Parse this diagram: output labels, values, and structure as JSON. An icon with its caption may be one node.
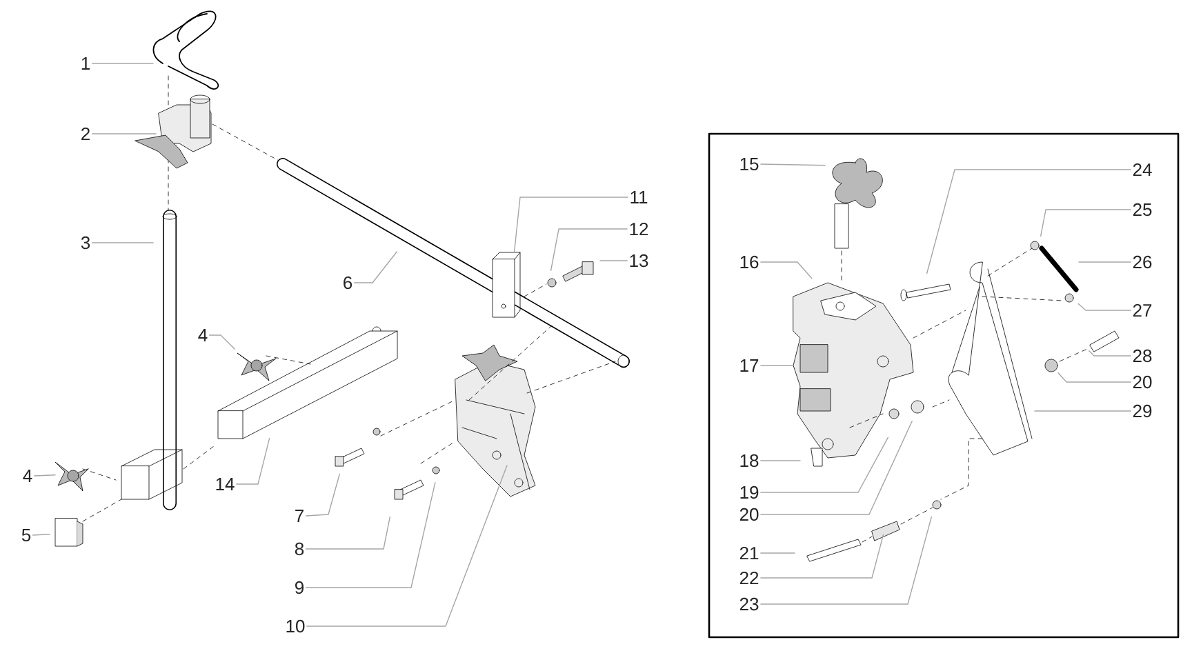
{
  "diagram": {
    "nodes": [
      {
        "text": [
          "1"
        ]
      },
      {
        "text": [
          "2"
        ]
      },
      {
        "text": [
          "3"
        ]
      },
      {
        "text": [
          "4"
        ]
      },
      {
        "text": [
          "4"
        ]
      },
      {
        "text": [
          "5"
        ]
      },
      {
        "text": [
          "6"
        ]
      },
      {
        "text": [
          "7"
        ]
      },
      {
        "text": [
          "8"
        ]
      },
      {
        "text": [
          "9"
        ]
      },
      {
        "text": [
          "10"
        ]
      },
      {
        "text": [
          "11"
        ]
      },
      {
        "text": [
          "12"
        ]
      },
      {
        "text": [
          "13"
        ]
      },
      {
        "text": [
          "14"
        ]
      },
      {
        "text": [],
        "shape": "box"
      },
      {
        "text": [
          "15"
        ],
        "in": 15
      },
      {
        "text": [
          "16"
        ],
        "in": 15
      },
      {
        "text": [
          "17"
        ],
        "in": 15
      },
      {
        "text": [
          "18"
        ],
        "in": 15
      },
      {
        "text": [
          "19"
        ],
        "in": 15
      },
      {
        "text": [
          "20"
        ],
        "in": 15
      },
      {
        "text": [
          "21"
        ],
        "in": 15
      },
      {
        "text": [
          "22"
        ],
        "in": 15
      },
      {
        "text": [
          "23"
        ],
        "in": 15
      },
      {
        "text": [
          "24"
        ],
        "in": 15
      },
      {
        "text": [
          "25"
        ],
        "in": 15
      },
      {
        "text": [
          "26"
        ],
        "in": 15
      },
      {
        "text": [
          "27"
        ],
        "in": 15
      },
      {
        "text": [
          "28"
        ],
        "in": 15
      },
      {
        "text": [
          "20"
        ],
        "in": 15
      },
      {
        "text": [
          "29"
        ],
        "in": 15
      }
    ],
    "edges": [
      {
        "from": 0,
        "to": null,
        "arrow": "none"
      },
      {
        "from": 1,
        "to": null,
        "arrow": "none"
      },
      {
        "from": 2,
        "to": null,
        "arrow": "none"
      },
      {
        "from": 3,
        "to": null,
        "arrow": "none"
      },
      {
        "from": 4,
        "to": null,
        "arrow": "none"
      },
      {
        "from": 5,
        "to": null,
        "arrow": "none"
      },
      {
        "from": 6,
        "to": null,
        "arrow": "none"
      },
      {
        "from": 7,
        "to": null,
        "arrow": "none"
      },
      {
        "from": 8,
        "to": null,
        "arrow": "none"
      },
      {
        "from": 9,
        "to": null,
        "arrow": "none"
      },
      {
        "from": 10,
        "to": null,
        "arrow": "none"
      },
      {
        "from": 11,
        "to": null,
        "arrow": "none"
      },
      {
        "from": 12,
        "to": null,
        "arrow": "none"
      },
      {
        "from": 13,
        "to": null,
        "arrow": "none"
      },
      {
        "from": 14,
        "to": null,
        "arrow": "none"
      },
      {
        "from": 16,
        "to": null,
        "arrow": "none"
      },
      {
        "from": 17,
        "to": null,
        "arrow": "none"
      },
      {
        "from": 18,
        "to": null,
        "arrow": "none"
      },
      {
        "from": 19,
        "to": null,
        "arrow": "none"
      },
      {
        "from": 20,
        "to": null,
        "arrow": "none"
      },
      {
        "from": 21,
        "to": null,
        "arrow": "none"
      },
      {
        "from": 22,
        "to": null,
        "arrow": "none"
      },
      {
        "from": 23,
        "to": null,
        "arrow": "none"
      },
      {
        "from": 24,
        "to": null,
        "arrow": "none"
      },
      {
        "from": 25,
        "to": null,
        "arrow": "none"
      },
      {
        "from": 26,
        "to": null,
        "arrow": "none"
      },
      {
        "from": 27,
        "to": null,
        "arrow": "none"
      },
      {
        "from": 28,
        "to": null,
        "arrow": "none"
      },
      {
        "from": 29,
        "to": null,
        "arrow": "none"
      },
      {
        "from": 30,
        "to": null,
        "arrow": "none"
      },
      {
        "from": 31,
        "to": null,
        "arrow": "none"
      }
    ]
  }
}
